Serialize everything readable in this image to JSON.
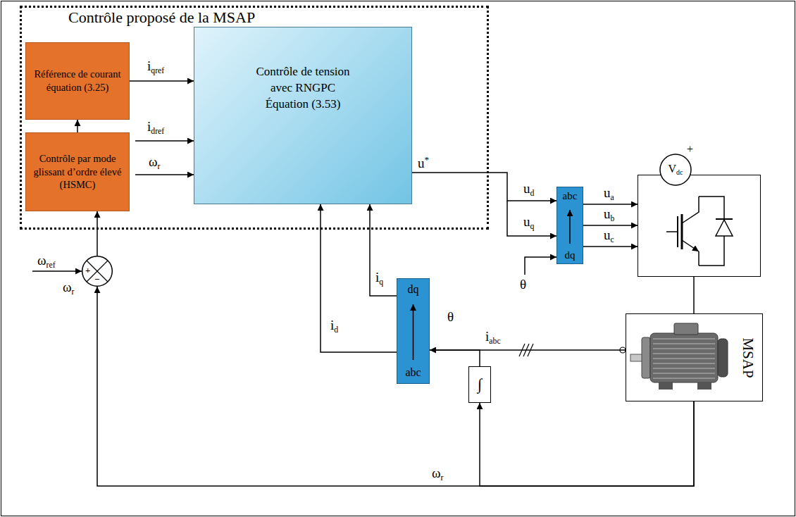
{
  "diagram": {
    "nodes": [
      {
        "text": [
          "Contrôle proposé de la MSAP"
        ]
      },
      {
        "text": [
          "Référence de courant équation (3.25)"
        ],
        "in": 0
      },
      {
        "text": [
          "Contrôle par mode glissant d’ordre élevé (HSMC)"
        ],
        "in": 0
      },
      {
        "text": [
          "Contrôle de tension avec RNGPC Équation (3.53)"
        ],
        "in": 0
      },
      {
        "text": [
          "abc",
          "dq"
        ]
      },
      {
        "text": [
          "Vdc"
        ]
      },
      {
        "text": [
          "MSAP"
        ]
      },
      {
        "text": [
          "dq",
          "abc"
        ]
      },
      {
        "text": [
          "+",
          "−"
        ]
      },
      {
        "text": [
          "∫"
        ]
      }
    ],
    "edges": [
      {
        "from": 8,
        "to": 2,
        "arrow": "to"
      },
      {
        "from": 2,
        "to": 1,
        "arrow": "to"
      },
      {
        "from": 1,
        "to": 3,
        "label": "iqref",
        "arrow": "to"
      },
      {
        "from": 3,
        "to": 4,
        "label": "u*",
        "arrow": "to"
      },
      {
        "from": 4,
        "to": 5,
        "label": "ua",
        "arrow": "to"
      },
      {
        "from": 4,
        "to": 5,
        "label": "ub",
        "arrow": "to"
      },
      {
        "from": 4,
        "to": 5,
        "label": "uc",
        "arrow": "to"
      },
      {
        "from": 5,
        "to": 6,
        "arrow": "none"
      },
      {
        "from": 6,
        "to": 7,
        "label": "iabc",
        "arrow": "none"
      },
      {
        "from": 9,
        "to": 7,
        "label": "θ",
        "arrow": "to"
      },
      {
        "from": 7,
        "to": 3,
        "label": "iq",
        "arrow": "to"
      },
      {
        "from": 7,
        "to": 3,
        "label": "id",
        "arrow": "to"
      },
      {
        "from": 6,
        "to": 9,
        "arrow": "to"
      },
      {
        "from": 6,
        "to": 8,
        "arrow": "to"
      }
    ],
    "labels": [
      "ωref",
      "ωr",
      "idref",
      "ωr",
      "ud",
      "uq",
      "θ",
      "ωr",
      "+"
    ]
  }
}
